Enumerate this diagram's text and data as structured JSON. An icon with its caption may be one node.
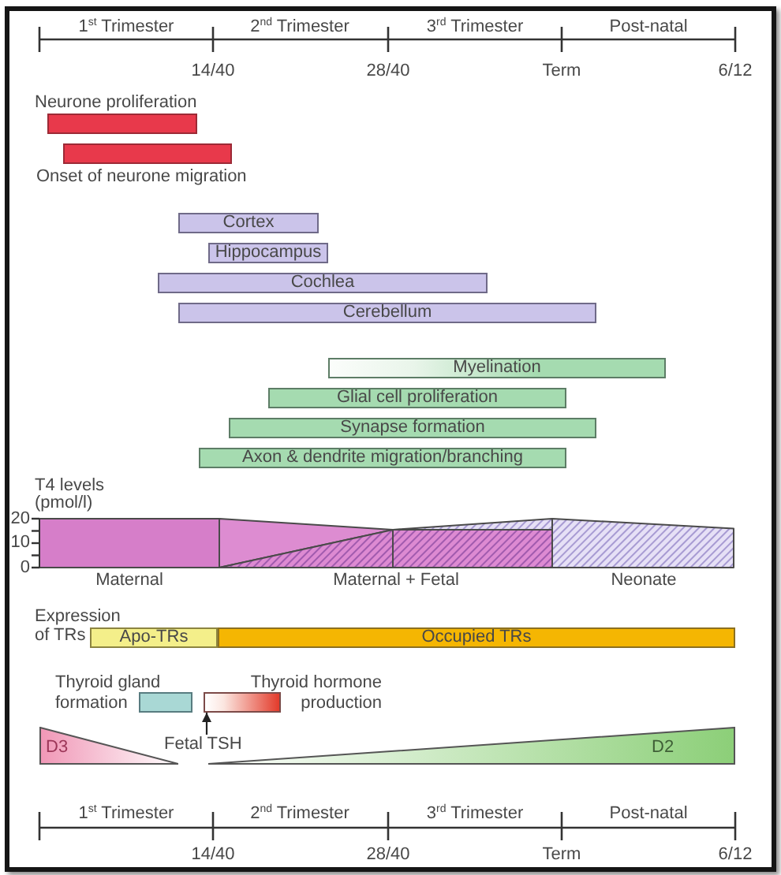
{
  "diagram": {
    "nodes": [
      {
        "text": [
          "Neurone proliferation"
        ]
      },
      {
        "text": [
          "Onset of neurone migration"
        ]
      },
      {
        "text": [
          "Cortex"
        ]
      },
      {
        "text": [
          "Hippocampus"
        ]
      },
      {
        "text": [
          "Cochlea"
        ]
      },
      {
        "text": [
          "Cerebellum"
        ]
      },
      {
        "text": [
          "Myelination"
        ]
      },
      {
        "text": [
          "Glial cell proliferation"
        ]
      },
      {
        "text": [
          "Synapse formation"
        ]
      },
      {
        "text": [
          "Axon & dendrite migration/branching"
        ]
      },
      {
        "text": [
          "Apo-TRs"
        ]
      },
      {
        "text": [
          "Occupied TRs"
        ]
      },
      {
        "text": [
          "Thyroid gland formation"
        ]
      },
      {
        "text": [
          "Thyroid hormone production"
        ]
      },
      {
        "text": [
          "Fetal TSH"
        ]
      },
      {
        "text": [
          "D3"
        ]
      },
      {
        "text": [
          "D2"
        ]
      }
    ],
    "edges": [
      {
        "from": 14,
        "to": 13,
        "arrow": "to"
      }
    ],
    "labels": [
      "1$^{st}$ Trimester",
      "2$^{nd}$ Trimester",
      "3$^{rd}$ Trimester",
      "Post-natal",
      "14/40",
      "28/40",
      "Term",
      "6/12",
      "T4 levels (pmol/l)",
      "20",
      "10",
      "0",
      "Maternal",
      "Maternal + Fetal",
      "Neonate",
      "Expression of TRs",
      "1$^{st}$ Trimester",
      "2$^{nd}$ Trimester",
      "3$^{rd}$ Trimester",
      "Post-natal",
      "14/40",
      "28/40",
      "Term",
      "6/12"
    ]
  }
}
